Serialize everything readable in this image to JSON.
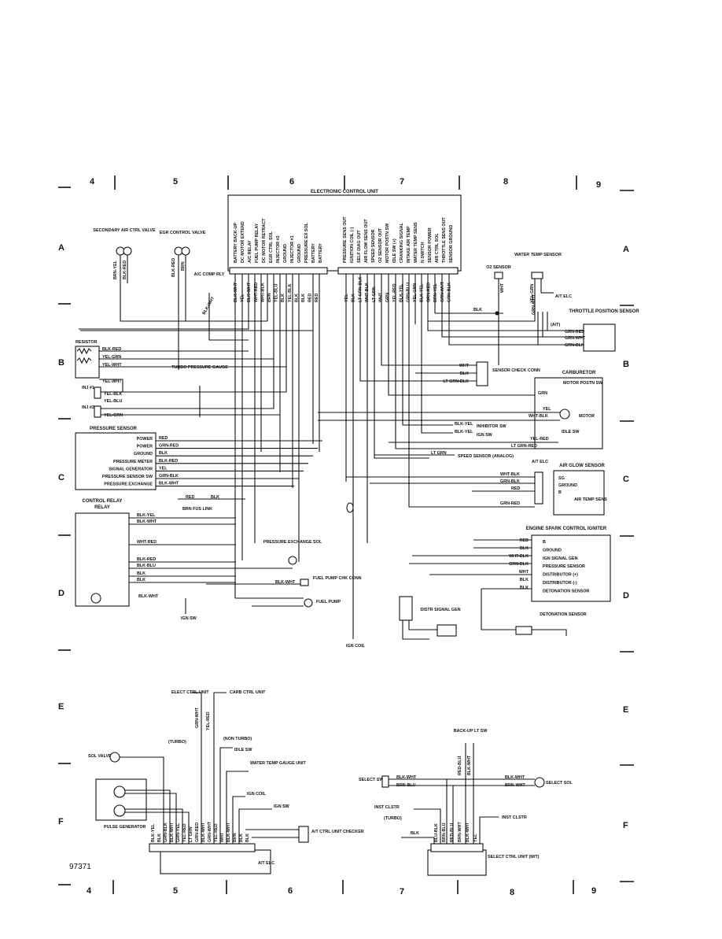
{
  "grid": {
    "columns": [
      "4",
      "5",
      "6",
      "7",
      "8",
      "9"
    ],
    "rows": [
      "A",
      "B",
      "C",
      "D",
      "E",
      "F"
    ]
  },
  "figure_number": "97371",
  "ecu": {
    "title": "ELECTRONIC CONTROL UNIT",
    "left_pins": [
      "BATTERY BACK-UP",
      "DC MOTOR EXTEND",
      "A/C RELAY",
      "FUEL PUMP RELAY",
      "DC MOTOR RETRACT",
      "EGR CTRL SOL",
      "INJECTOR #2",
      "GROUND",
      "INJECTOR #1",
      "GROUND",
      "PRESSURE EX SOL",
      "BATTERY",
      "BATTERY"
    ],
    "left_wires": [
      "BLK-WHT",
      "YEL",
      "BLK-WHT",
      "WHT-RED",
      "WHT-BLK",
      "BRN",
      "YEL-BLU",
      "BLK",
      "YEL-BLK",
      "BLK",
      "BLK",
      "RED",
      "RED"
    ],
    "right_pins": [
      "PRESSURE SENS OUT",
      "IGNITION COIL (-)",
      "SELF DIAG OUT",
      "AIR FLOW SENS OUT",
      "SPEED SENSOR",
      "O2 SENSOR OUT",
      "MOTOR POSTN SW",
      "IDLE SW (+)",
      "CRANKING SIGNAL",
      "INTAKE AIR TEMP",
      "WATER TEMP SENS",
      "N SWITCH",
      "SENSOR POWER",
      "AIR CTRL SOL",
      "THROTTLE SENS OUT",
      "SENSOR GROUND"
    ],
    "right_wires": [
      "YEL",
      "BLK",
      "LT GRN-BLK",
      "WHT-BLK",
      "LT GRN",
      "WHT",
      "GRN",
      "YEL-RED",
      "BLK-YEL",
      "GRN-BLU",
      "YEL-GRN",
      "BLK-YEL",
      "GRN-RED",
      "BRN-YEL",
      "GRN-WHT",
      "GRN-BLK"
    ]
  },
  "components": {
    "secondary_air": "SECONDARY AIR CTRL VALVE",
    "secondary_air_wires": [
      "BRN-YEL",
      "BLK-RED"
    ],
    "egr": "EGR CONTROL VALVE",
    "egr_wires": [
      "BLK-RED",
      "BRN"
    ],
    "ac_comp": "A/C COMP RLY",
    "ac_comp_wire": "BLK-WHT",
    "o2": "O2 SENSOR",
    "o2_wire": "WHT",
    "water_temp": "WATER TEMP SENSOR",
    "water_temp_wire": "YEL-GRN",
    "at_elc": "A/T ELC",
    "throttle": "THROTTLE POSITION SENSOR",
    "throttle_at": "(A/T)",
    "throttle_wires": [
      "GRN-RED",
      "GRN-WHT",
      "GRN-BLK"
    ],
    "blk": "BLK",
    "resistor": "RESISTOR",
    "resistor_wires": [
      "BLK-RED",
      "YEL-GRN",
      "YEL-WHT",
      "YEL-WHT"
    ],
    "inj1": "INJ #1",
    "inj2": "INJ #2",
    "inj_wires": [
      "YEL-BLK",
      "YEL-BLU",
      "YEL-GRN"
    ],
    "turbo_gauge": "TURBO PRESSURE GAUGE",
    "sensor_check": "SENSOR CHECK CONN",
    "sensor_check_wires": [
      "WHT",
      "BLK",
      "LT GRN-BLK"
    ],
    "carburetor": "CARBURETOR",
    "motor_postn": "MOTOR POSTN SW",
    "motor": "MOTOR",
    "idle_sw": "IDLE SW",
    "carb_wires": [
      "GRN",
      "YEL",
      "WHT-BLK",
      "YEL-RED",
      "LT GRN-RED"
    ],
    "inhibitor": "INHIBITOR SW",
    "ign_sw": "IGN SW",
    "inhibitor_wires": [
      "BLK-YEL",
      "BLK-YEL"
    ],
    "pressure_sensor": "PRESSURE SENSOR",
    "pressure_rows": [
      "POWER",
      "POWER",
      "GROUND",
      "PRESSURE METER",
      "SIGNAL GENERATOR",
      "PRESSURE SENSOR SW",
      "PRESSURE EXCHANGE"
    ],
    "pressure_wires": [
      "RED",
      "GRN-RED",
      "BLK",
      "BLK-RED",
      "YEL",
      "GRN-BLK",
      "BLK-WHT"
    ],
    "speed_sensor": "SPEED SENSOR (ANALOG)",
    "speed_wire": "LT GRN",
    "air_glow": "AIR GLOW SENSOR",
    "air_glow_rows": [
      "SG",
      "GROUND",
      "B"
    ],
    "air_temp": "AIR TEMP SENS",
    "air_glow_wires": [
      "WHT-BLK",
      "GRN-BLK",
      "RED",
      "GRN-RED"
    ],
    "control_relay": "CONTROL RELAY",
    "relay_wires": [
      "BLK-YEL",
      "BLK-WHT",
      "WHT-RED",
      "BLK-RED",
      "BLK-BLU",
      "BLK",
      "BLK",
      "BLK-WHT"
    ],
    "fus_link": "BRN FUS LINK",
    "fus_wires": [
      "RED",
      "BLK"
    ],
    "pressure_ex_sol": "PRESSURE EXCHANGE SOL",
    "fuel_check": "FUEL PUMP CHK CONN",
    "fuel_pump": "FUEL PUMP",
    "ign_sw_bottom": "IGN SW",
    "ign_coil": "IGN COIL",
    "igniter": "ENGINE SPARK CONTROL IGNITER",
    "igniter_rows": [
      "B",
      "GROUND",
      "IGN SIGNAL GEN",
      "PRESSURE SENSOR",
      "DISTRIBUTOR (+)",
      "DISTRIBUTOR (-)",
      "DETONATION SENSOR"
    ],
    "igniter_wires": [
      "RED",
      "BLK",
      "WHT-BLK",
      "GRN-BLK",
      "WHT",
      "BLK",
      "BLK"
    ],
    "distr_gen": "DISTR SIGNAL GEN",
    "detonation": "DETONATION SENSOR"
  },
  "bottom_left": {
    "elect_ctrl": "ELECT CTRL UNIT",
    "carb_ctrl": "CARB CTRL UNIT",
    "turbo": "(TURBO)",
    "non_turbo": "(NON TURBO)",
    "idle_sw": "IDLE SW",
    "water_gauge": "WATER TEMP GAUGE UNIT",
    "ign_coil": "IGN COIL",
    "ign_sw": "IGN SW",
    "sol_valve": "SOL VALVE",
    "pulse_gen": "PULSE GENERATOR",
    "checker": "A/T CTRL UNIT CHECKER",
    "at_elc": "A/T ELC",
    "top_wires": [
      "GRN-WHT",
      "YEL-RED"
    ],
    "wires": [
      "BLK-YEL",
      "BLK",
      "GRN-BLK",
      "BLK-WHT",
      "GRN-YEL",
      "YEL-RED",
      "LT GRN",
      "GRN-RED",
      "BLK-WHT",
      "GRN-WHT",
      "YEL-RED",
      "WHT",
      "BLK-WHT",
      "BRN",
      "BLK",
      "BLK"
    ]
  },
  "bottom_right": {
    "backup": "BACK-UP LT SW",
    "select_sw": "SELECT SW",
    "select_sol": "SELECT SOL",
    "inst_clstr": "INST CLSTR",
    "turbo": "(TURBO)",
    "inst_clstr2": "INST CLSTR",
    "select_unit": "SELECT CTRL UNIT (M/T)",
    "top_wires": [
      "RED-BLU",
      "BLK-WHT"
    ],
    "wires_left": [
      "BLK-WHT",
      "BRN-BLU"
    ],
    "wires_right": [
      "BLK-WHT",
      "BRN-WHT"
    ],
    "ground": "BLK",
    "unit_wires": [
      "BLU-BLK",
      "BRN-BLU",
      "RED-BLU",
      "BRN-WHT",
      "BLK-WHT",
      "YEL"
    ]
  }
}
